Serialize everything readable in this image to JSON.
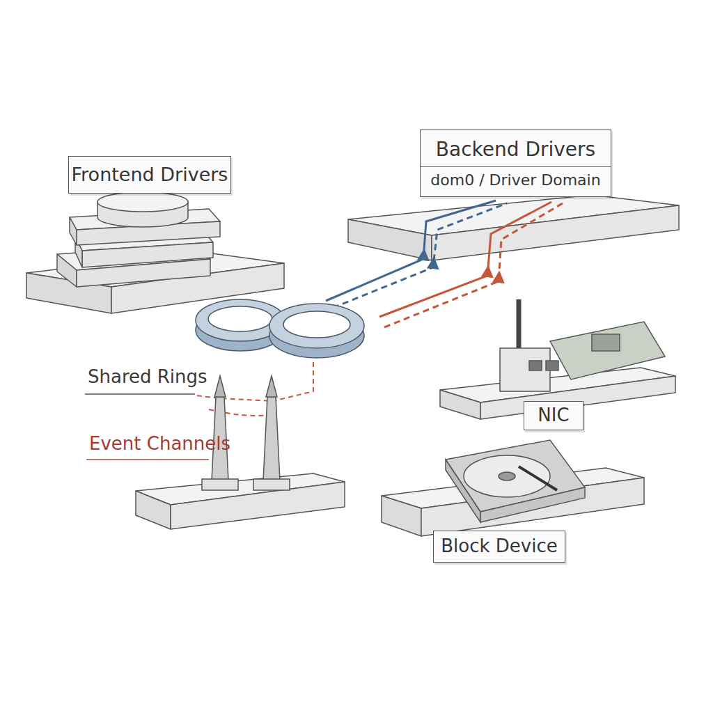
{
  "diagram": {
    "nodes": [
      {
        "text": [
          "Frontend Drivers"
        ]
      },
      {
        "text": [
          "Backend Drivers",
          "dom0 / Driver Domain"
        ]
      },
      {
        "text": [
          "NIC"
        ]
      },
      {
        "text": [
          "Block Device"
        ]
      }
    ],
    "labels": [
      "Shared Rings",
      "Event Channels"
    ]
  }
}
